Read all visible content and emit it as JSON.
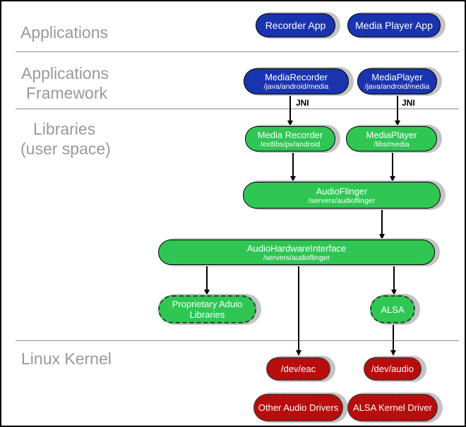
{
  "sections": {
    "applications": {
      "label": "Applications"
    },
    "applications_framework": {
      "line1": "Applications",
      "line2": "Framework"
    },
    "libraries": {
      "line1": "Libraries",
      "line2": "(user space)"
    },
    "linux_kernel": {
      "label": "Linux Kernel"
    }
  },
  "edges": {
    "jni": "JNI"
  },
  "nodes": {
    "recorder_app": {
      "label": "Recorder App"
    },
    "media_player_app": {
      "label": "Media Player App"
    },
    "media_recorder_framework": {
      "label": "MediaRecorder",
      "path": "/java/android/media"
    },
    "media_player_framework": {
      "label": "MediaPlayer",
      "path": "/java/android/media"
    },
    "media_recorder_library": {
      "label": "Media Recorder",
      "path": "/extlibs/pv/android"
    },
    "media_player_library": {
      "label": "MediaPlayer",
      "path": "/libs/media"
    },
    "audio_flinger": {
      "label": "AudioFlinger",
      "path": "/servers/audioflinger"
    },
    "audio_hardware_interface": {
      "label": "AudioHardwareInterface",
      "path": "/servers/audioflinger"
    },
    "proprietary_audio_libraries": {
      "label": "Proprietary Aduio Libraries"
    },
    "alsa": {
      "label": "ALSA"
    },
    "dev_eac": {
      "label": "/dev/eac"
    },
    "dev_audio": {
      "label": "/dev/audio"
    },
    "other_audio_drivers": {
      "label": "Other Audio Drivers"
    },
    "alsa_kernel_driver": {
      "label": "ALSA Kernel Driver"
    }
  },
  "colors": {
    "app_box": "#1a34b0",
    "library_box": "#2fc654",
    "kernel_box": "#b80d0d",
    "section_label": "#999999",
    "divider": "#8a8a8a",
    "shadow": "#c3c3c3"
  }
}
